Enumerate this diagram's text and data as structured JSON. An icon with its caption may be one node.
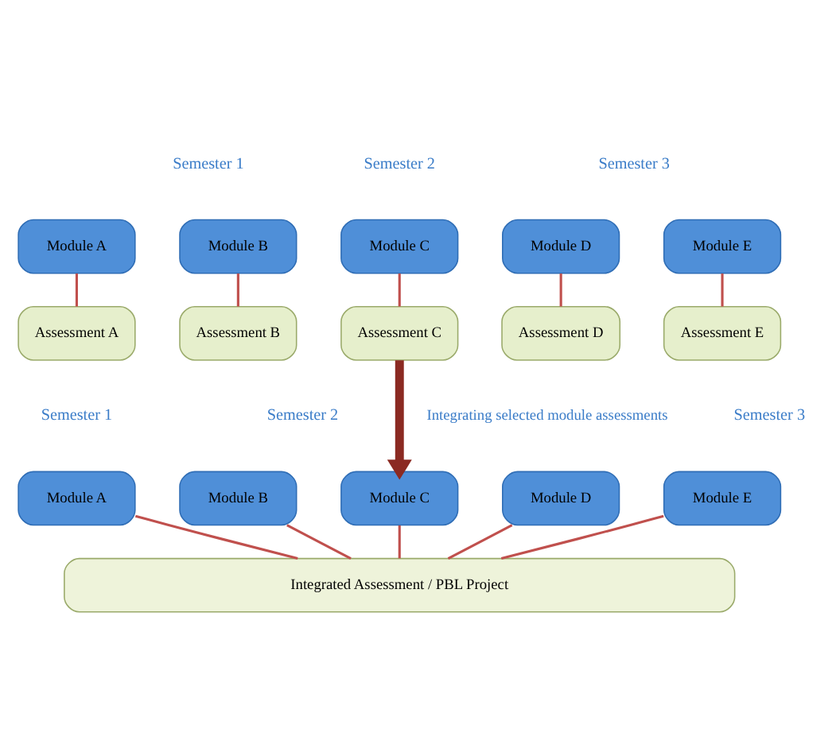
{
  "diagram": {
    "nodes": [
      {
        "text": [
          "Module A"
        ]
      },
      {
        "text": [
          "Module B"
        ]
      },
      {
        "text": [
          "Module C"
        ]
      },
      {
        "text": [
          "Module D"
        ]
      },
      {
        "text": [
          "Module E"
        ]
      },
      {
        "text": [
          "Assessment A"
        ]
      },
      {
        "text": [
          "Assessment B"
        ]
      },
      {
        "text": [
          "Assessment C"
        ]
      },
      {
        "text": [
          "Assessment D"
        ]
      },
      {
        "text": [
          "Assessment E"
        ]
      },
      {
        "text": [
          "Module A"
        ]
      },
      {
        "text": [
          "Module B"
        ]
      },
      {
        "text": [
          "Module C"
        ]
      },
      {
        "text": [
          "Module D"
        ]
      },
      {
        "text": [
          "Module E"
        ]
      },
      {
        "text": [
          "Integrated Assessment / PBL Project"
        ]
      }
    ],
    "edges": [
      {
        "from": 0,
        "to": 5,
        "arrow": "none"
      },
      {
        "from": 1,
        "to": 6,
        "arrow": "none"
      },
      {
        "from": 2,
        "to": 7,
        "arrow": "none"
      },
      {
        "from": 3,
        "to": 8,
        "arrow": "none"
      },
      {
        "from": 4,
        "to": 9,
        "arrow": "none"
      },
      {
        "from": 7,
        "to": 12,
        "arrow": "to",
        "label": "Integrating selected module assessments",
        "style": "thick",
        "color": "#8b2a22"
      },
      {
        "from": 10,
        "to": 15,
        "arrow": "none"
      },
      {
        "from": 11,
        "to": 15,
        "arrow": "none"
      },
      {
        "from": 12,
        "to": 15,
        "arrow": "none"
      },
      {
        "from": 13,
        "to": 15,
        "arrow": "none"
      },
      {
        "from": 14,
        "to": 15,
        "arrow": "none"
      }
    ],
    "labels": [
      "Semester 1",
      "Semester 2",
      "Semester 3",
      "Semester 1",
      "Semester 2",
      "Semester 3"
    ]
  }
}
